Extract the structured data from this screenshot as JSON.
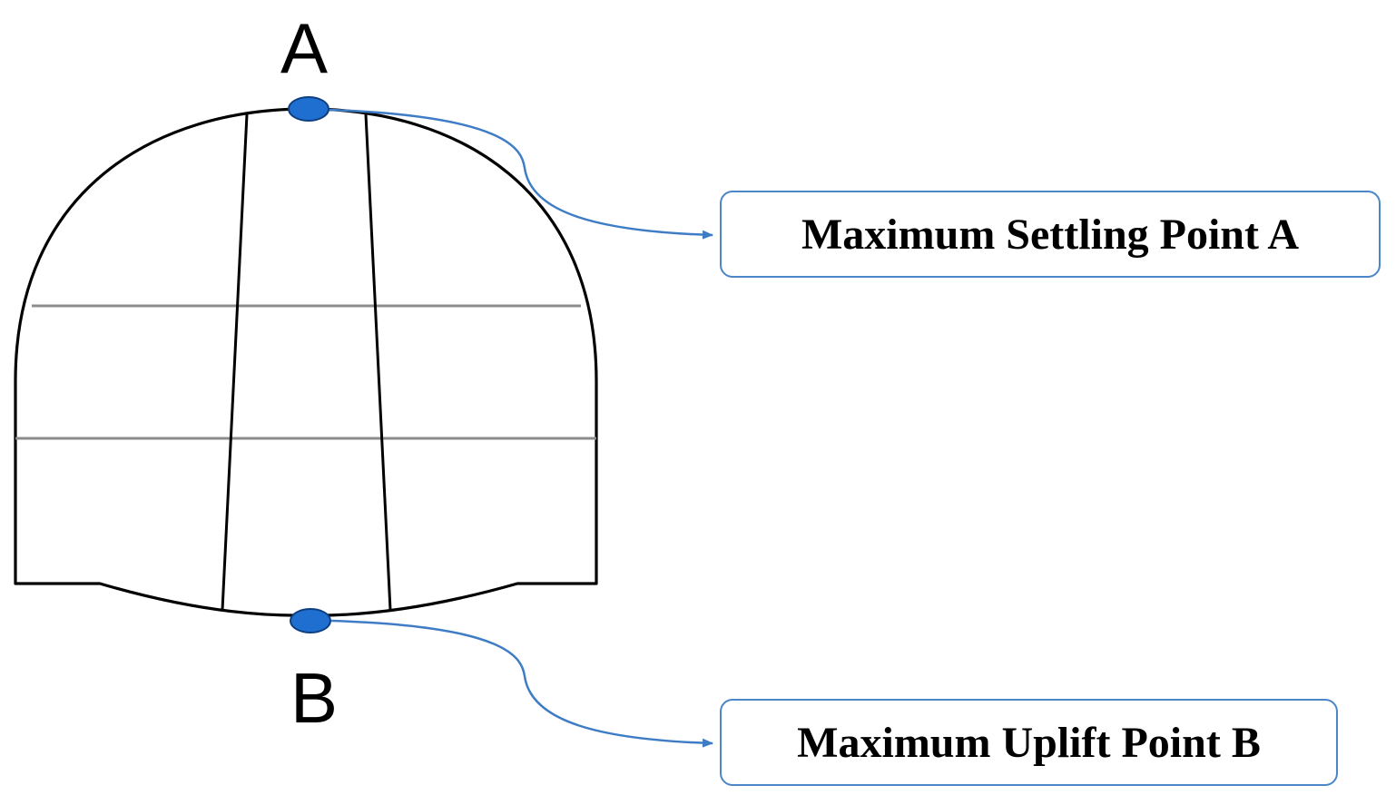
{
  "diagram": {
    "point_a": {
      "letter": "A",
      "label": "Maximum Settling Point A"
    },
    "point_b": {
      "letter": "B",
      "label": "Maximum Uplift Point B"
    },
    "colors": {
      "outline": "#000000",
      "horizontal_lines": "#8c8c8c",
      "marker_fill": "#1f6fd1",
      "marker_stroke": "#0d3f80",
      "connector": "#3f7cc6",
      "box_border": "#4a86c8"
    }
  }
}
